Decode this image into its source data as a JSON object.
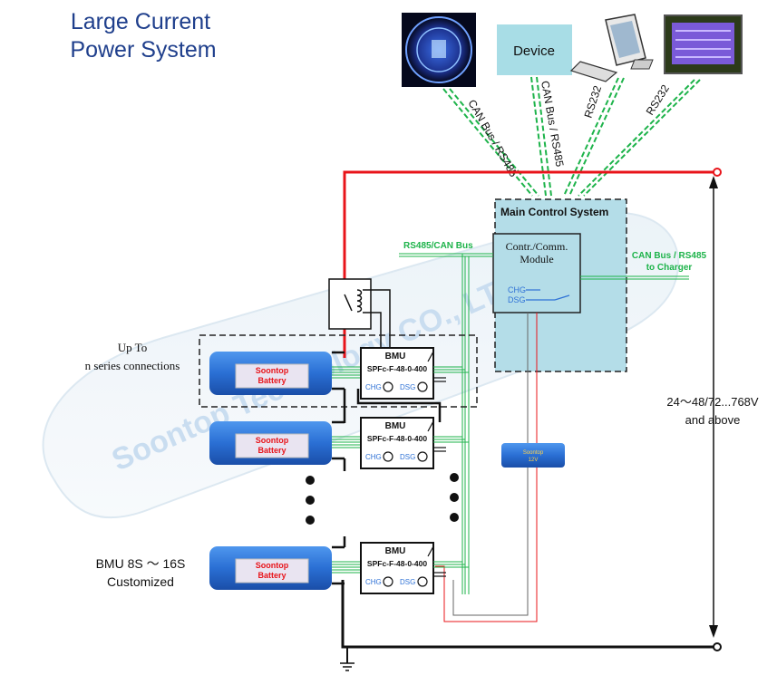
{
  "title": {
    "line1": "Large Current",
    "line2": "Power System"
  },
  "devices": {
    "device_label": "Device",
    "link_labels": [
      "CAN Bus / RS485",
      "CAN Bus / RS485",
      "RS232",
      "RS232"
    ]
  },
  "main_control": {
    "title": "Main Control System",
    "module_line1": "Contr./Comm.",
    "module_line2": "Module",
    "chg": "CHG",
    "dsg": "DSG"
  },
  "bus_labels": {
    "rs485_can": "RS485/CAN Bus",
    "charger_line1": "CAN Bus / RS485",
    "charger_line2": "to Charger"
  },
  "left_labels": {
    "series_line1": "Up To",
    "series_line2": "n series connections",
    "bmu_line1": "BMU 8S ～ 16S",
    "bmu_line2": "Customized"
  },
  "voltage": {
    "line1": "24～48/72...768V",
    "line2": "and above"
  },
  "battery": {
    "line1": "Soontop",
    "line2": "Battery"
  },
  "small_battery": {
    "line1": "Soontop",
    "line2": "12V"
  },
  "bmu": {
    "title": "BMU",
    "model": "SPFc-F-48-0-400",
    "chg": "CHG",
    "dsg": "DSG"
  },
  "watermark": "Soontop Technology CO., LTD.",
  "colors": {
    "red": "#e8141a",
    "green": "#1db34a",
    "blue": "#2f72d6",
    "cyan": "#a8dde6",
    "title": "#1f3f8c"
  }
}
